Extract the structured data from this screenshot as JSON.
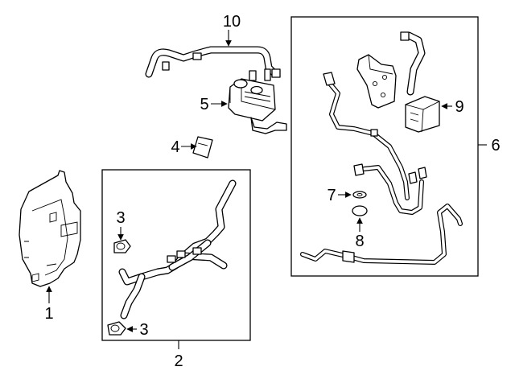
{
  "callouts": {
    "p1": "1",
    "p2": "2",
    "p3a": "3",
    "p3b": "3",
    "p4": "4",
    "p5": "5",
    "p6": "6",
    "p7": "7",
    "p8": "8",
    "p9": "9",
    "p10": "10"
  }
}
